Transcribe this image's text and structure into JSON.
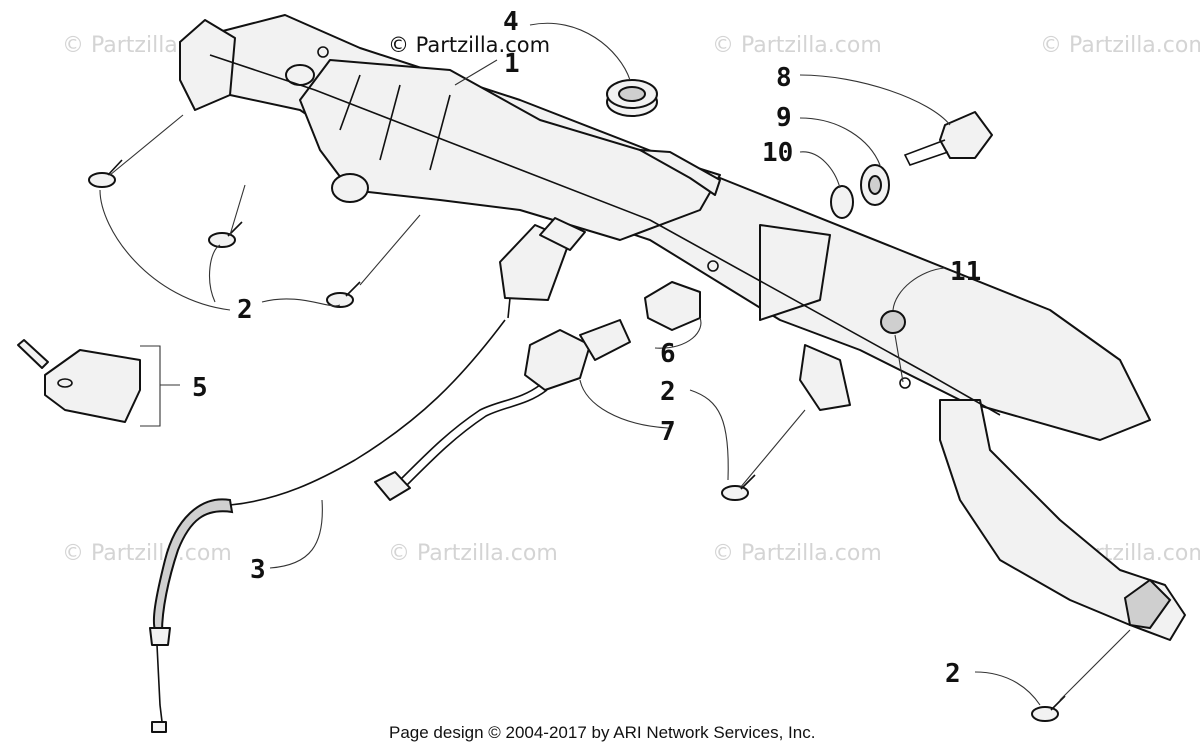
{
  "watermarks": {
    "brand": "© Partzilla.com",
    "header_brand": "© Partzilla.com"
  },
  "callouts": {
    "c1": "1",
    "c2a": "2",
    "c2b": "2",
    "c2c": "2",
    "c3": "3",
    "c4": "4",
    "c5": "5",
    "c6": "6",
    "c7": "7",
    "c8": "8",
    "c9": "9",
    "c10": "10",
    "c11": "11"
  },
  "footer": {
    "credit": "Page design © 2004-2017 by ARI Network Services, Inc."
  }
}
